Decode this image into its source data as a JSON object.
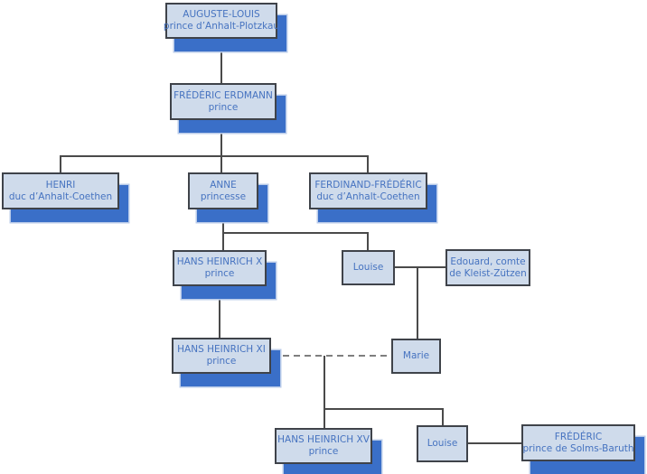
{
  "figure": {
    "type": "family-tree-diagram",
    "colors": {
      "node_fill": "#cfdbeb",
      "node_border": "#3f434a",
      "node_shadow_blue": "#3a6fc8",
      "text_blue": "#4673c0",
      "connector": "#4a4a4a",
      "background": "#ffffff"
    }
  },
  "tree": {
    "nodes": [
      {
        "name": "AUGUSTE-LOUIS",
        "subtitle": "prince d’Anhalt-Plotzkau"
      },
      {
        "name": "FRÉDÉRIC ERDMANN",
        "subtitle": "prince"
      },
      {
        "name": "HENRI",
        "subtitle": "duc d’Anhalt-Coethen"
      },
      {
        "name": "ANNE",
        "subtitle": "princesse"
      },
      {
        "name": "FERDINAND-FRÉDÉRIC",
        "subtitle": "duc d’Anhalt-Coethen"
      },
      {
        "name": "HANS HEINRICH X",
        "subtitle": "prince"
      },
      {
        "name": "Louise",
        "subtitle": ""
      },
      {
        "name": "Edouard, comte",
        "subtitle": "de Kleist-Zützen"
      },
      {
        "name": "HANS HEINRICH XI",
        "subtitle": "prince"
      },
      {
        "name": "Marie",
        "subtitle": ""
      },
      {
        "name": "HANS HEINRICH XV",
        "subtitle": "prince"
      },
      {
        "name": "Louise",
        "subtitle": ""
      },
      {
        "name": "FRÉDÉRIC",
        "subtitle": "prince de Solms-Baruth"
      }
    ]
  }
}
